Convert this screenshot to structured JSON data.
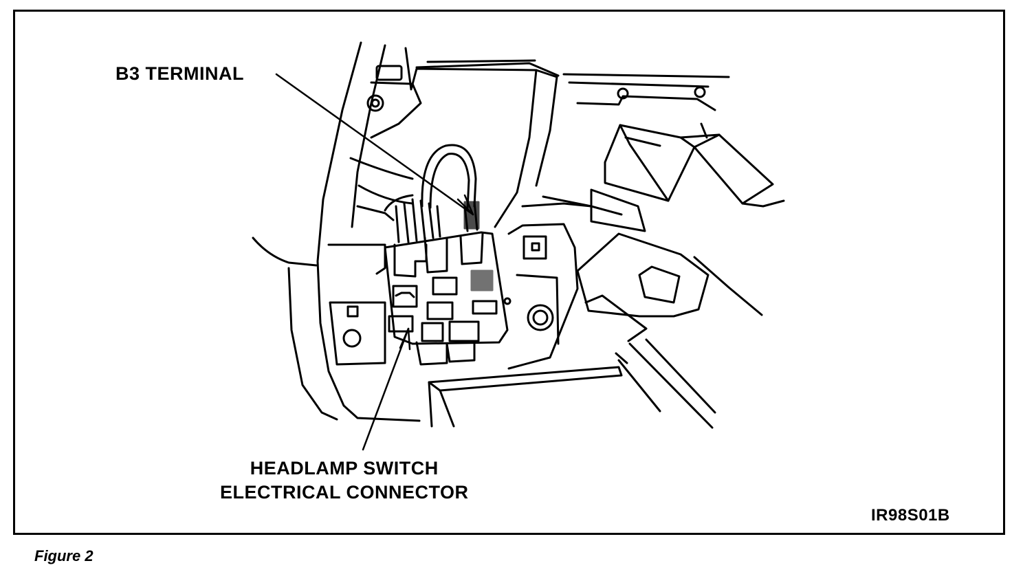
{
  "figure": {
    "callouts": {
      "b3_terminal": "B3 TERMINAL",
      "headlamp_switch_line1": "HEADLAMP SWITCH",
      "headlamp_switch_line2": "ELECTRICAL CONNECTOR"
    },
    "figure_code": "IR98S01B",
    "caption": "Figure 2"
  }
}
